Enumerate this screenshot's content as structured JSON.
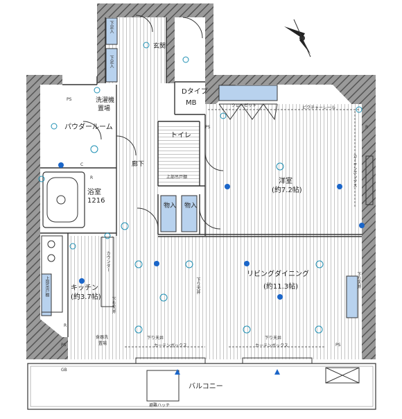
{
  "plan": {
    "colors": {
      "wall_hatch": "#8a8a8a",
      "floor_stripe": "#bdbdbd",
      "storage_blue": "#b8d2ee",
      "blue_mark": "#1b66c9",
      "teal_mark": "#1d8fb3",
      "line": "#333333"
    },
    "rooms": {
      "entrance": "玄関",
      "shoe_upper": "下足入",
      "shoe_lower": "下足入",
      "mb_type": "Dタイプ",
      "mb": "MB",
      "washer": "洗濯機",
      "washer_place": "置場",
      "powder": "パウダールーム",
      "bath": "浴室",
      "bath_size": "1216",
      "hall": "廊下",
      "toilet": "トイレ",
      "toilet_shelf": "上部吊戸棚",
      "storage_a": "物入",
      "storage_b": "物入",
      "western": "洋室",
      "western_size": "(約7.2帖)",
      "closet": "クローゼット",
      "picture_rail": "ピクチャーレール",
      "living": "リビングダイニング",
      "living_size": "(約11.3帖)",
      "kitchen": "キッチン",
      "kitchen_size": "(約3.7帖)",
      "counter": "カウンター",
      "upper_cabinet": "上部吊戸棚",
      "dishwasher": "食器洗",
      "dishwasher_place": "置場",
      "curtain_box_left": "カーテンボックス",
      "curtain_box_right": "カーテンボックス",
      "curtain_box_side": "カーテンボックス",
      "downbeam_left": "下り天井",
      "downbeam_right": "下り天井",
      "downbeam_mid": "下り天井",
      "downbeam_kitchen": "下り天井",
      "downbeam_side": "下り天井",
      "balcony": "バルコニー",
      "hatch": "避難ハッチ"
    },
    "tags": {
      "ps1": "PS",
      "ps2": "PS",
      "ps3": "PS",
      "ps4": "PS",
      "gb": "GB",
      "r1": "R",
      "r2": "R",
      "r3": "R",
      "c1": "C"
    }
  }
}
